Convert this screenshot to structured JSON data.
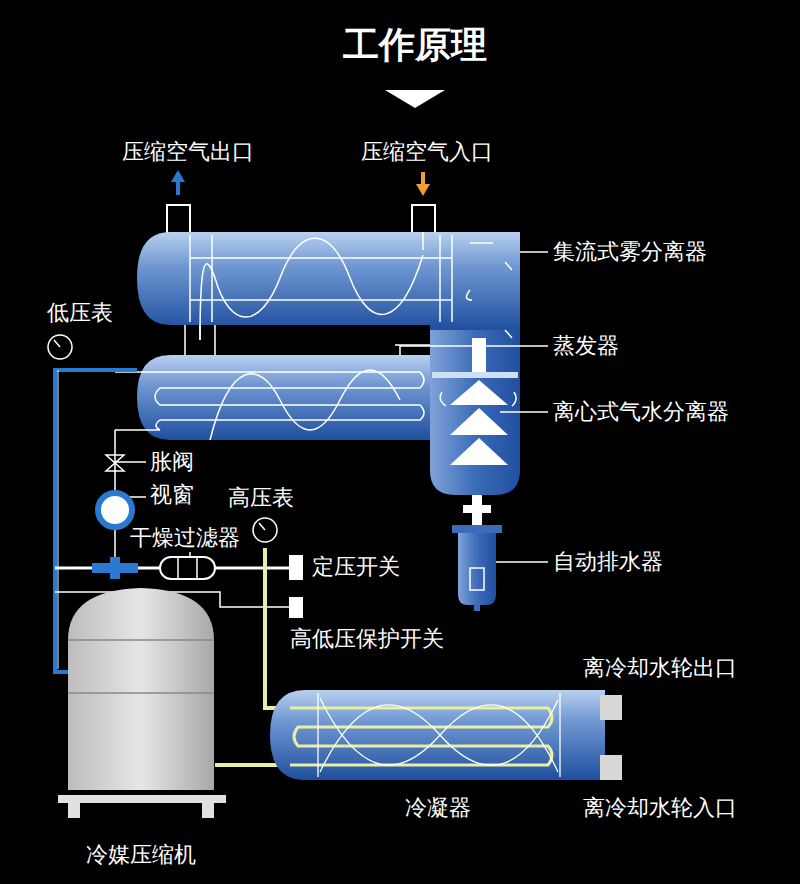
{
  "diagram": {
    "title": "工作原理",
    "labels": [
      "压缩空气出口",
      "压缩空气入口",
      "集流式雾分离器",
      "蒸发器",
      "离心式气水分离器",
      "低压表",
      "胀阀",
      "视窗",
      "高压表",
      "干燥过滤器",
      "定压开关",
      "自动排水器",
      "高低压保护开关",
      "离冷却水轮出口",
      "冷凝器",
      "离冷却水轮入口",
      "冷媒压缩机"
    ]
  }
}
